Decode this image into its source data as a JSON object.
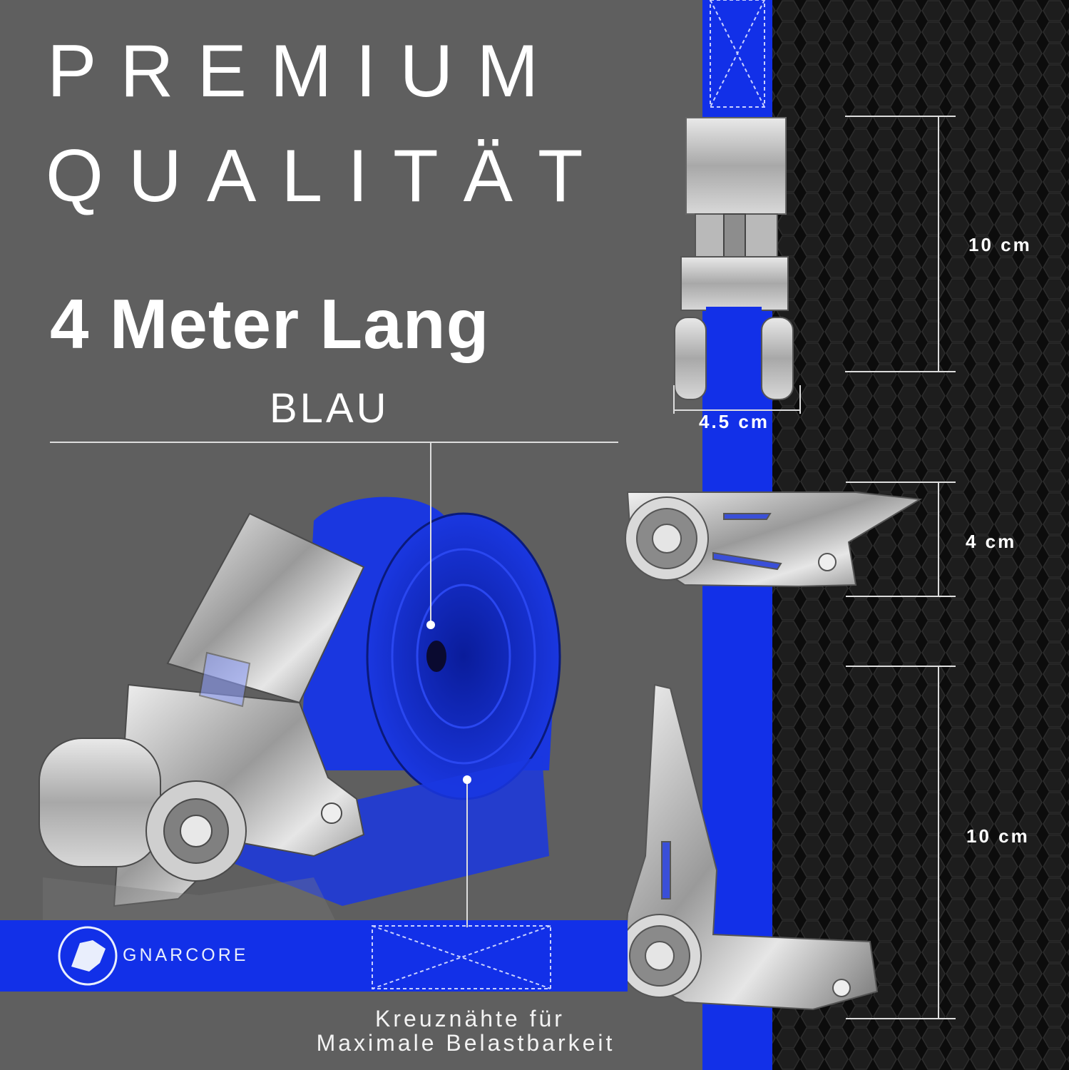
{
  "headline": {
    "line1": "PREMIUM",
    "line2": "QUALITÄT"
  },
  "length_label": "4 Meter Lang",
  "color_label": "BLAU",
  "brand": "GNARCORE",
  "dimensions": {
    "top_height": "10 cm",
    "width": "4.5 cm",
    "middle_height": "4 cm",
    "bottom_height": "10 cm"
  },
  "caption": {
    "line1": "Kreuznähte für",
    "line2": "Maximale Belastbarkeit"
  },
  "colors": {
    "strap_blue": "#1230e8",
    "background_gray": "#5f5f5f",
    "panel_black": "#111111",
    "steel": "#c9c9c9"
  }
}
